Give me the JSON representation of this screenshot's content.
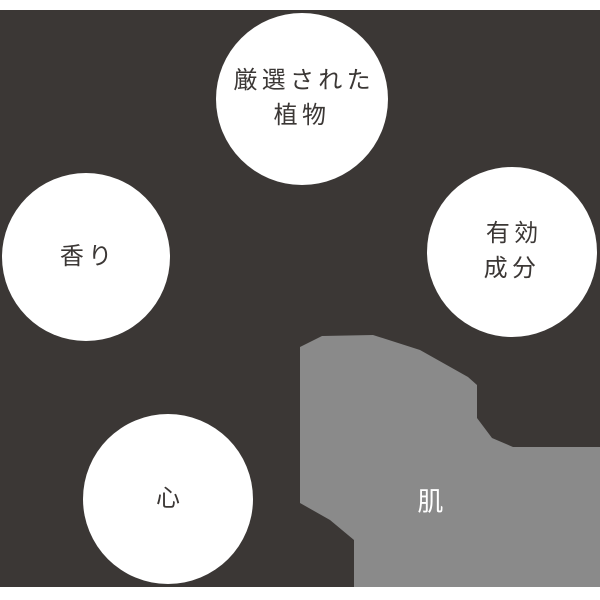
{
  "colors": {
    "background": "#ffffff",
    "panel": "#3b3735",
    "skin_shape": "#8a8a8a",
    "circle_fill": "#ffffff",
    "circle_text": "#3b3735",
    "skin_text": "#ffffff"
  },
  "diagram": {
    "nodes": [
      {
        "id": "selected-plants",
        "shape": "circle",
        "label": "厳選された\n植物"
      },
      {
        "id": "fragrance",
        "shape": "circle",
        "label": "香り"
      },
      {
        "id": "active-ingredients",
        "shape": "circle",
        "label": "有効\n成分"
      },
      {
        "id": "mind",
        "shape": "circle",
        "label": "心"
      },
      {
        "id": "skin",
        "shape": "polygon",
        "label": "肌"
      }
    ]
  }
}
